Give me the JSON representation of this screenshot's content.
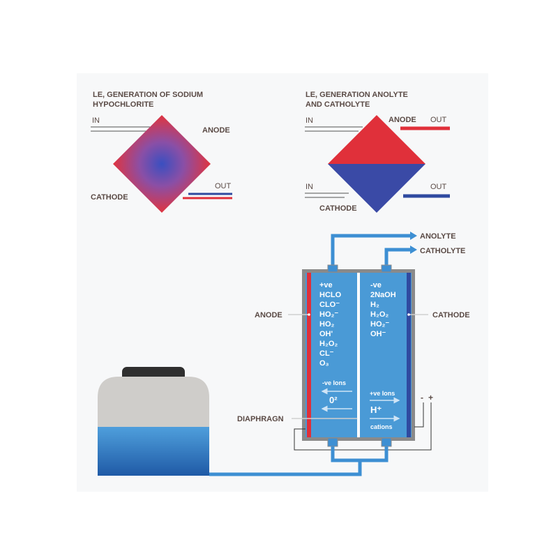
{
  "top_left": {
    "title_line1": "LE, GENERATION OF SODIUM",
    "title_line2": "HYPOCHLORITE",
    "in_label": "IN",
    "anode_label": "ANODE",
    "out_label": "OUT",
    "cathode_label": "CATHODE"
  },
  "top_right": {
    "title_line1": "LE, GENERATION ANOLYTE",
    "title_line2": "AND CATHOLYTE",
    "in_top_label": "IN",
    "anode_label": "ANODE",
    "out_top_label": "OUT",
    "in_bottom_label": "IN",
    "out_bottom_label": "OUT",
    "cathode_label": "CATHODE"
  },
  "cell": {
    "anolyte_label": "ANOLYTE",
    "catholyte_label": "CATHOLYTE",
    "anode_label": "ANODE",
    "cathode_label": "CATHODE",
    "diaphragm_label": "DIAPHRAGN",
    "anode_side": [
      "+ve",
      "HCLO",
      "CLO⁻",
      "HO₂⁻",
      "HO₂",
      "OH'",
      "H₂O₂",
      "CL⁻",
      "O₃"
    ],
    "cathode_side": [
      "-ve",
      "2NaOH",
      "H₂",
      "H₂O₂",
      "HO₂⁻",
      "OH⁻"
    ],
    "neg_ions_label": "-ve Ions",
    "neg_ion_symbol": "0²",
    "pos_ions_label": "+ve Ions",
    "pos_ion_symbol": "H⁺",
    "cations_label": "cations",
    "minus_terminal": "-",
    "plus_terminal": "+"
  },
  "colors": {
    "anode_red": "#e0303a",
    "cathode_blue": "#2f4aa0",
    "cell_blue": "#4a9ad6",
    "pipe_blue": "#3d8fd3",
    "frame_grey": "#8a8a8a",
    "tank_grey": "#cfcdca",
    "tank_lid": "#2f2f2f",
    "label_brown": "#5a4a45"
  }
}
